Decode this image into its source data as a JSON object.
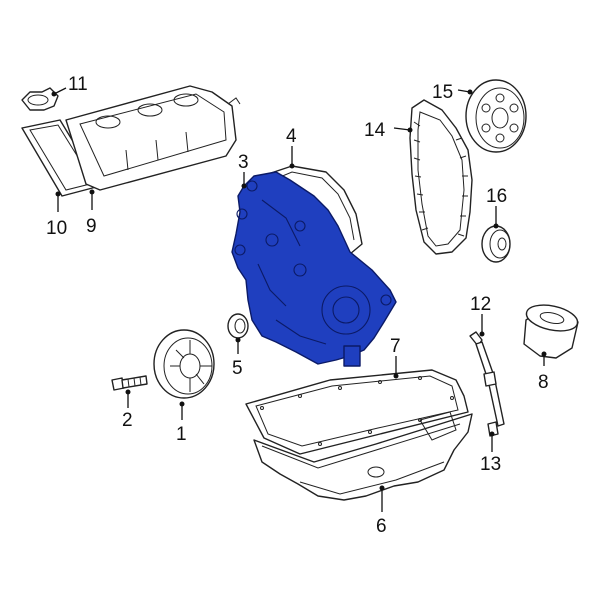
{
  "diagram": {
    "highlight_color": "#1f3fbf",
    "callouts": [
      {
        "id": "c1",
        "label": "1"
      },
      {
        "id": "c2",
        "label": "2"
      },
      {
        "id": "c3",
        "label": "3"
      },
      {
        "id": "c4",
        "label": "4"
      },
      {
        "id": "c5",
        "label": "5"
      },
      {
        "id": "c6",
        "label": "6"
      },
      {
        "id": "c7",
        "label": "7"
      },
      {
        "id": "c8",
        "label": "8"
      },
      {
        "id": "c9",
        "label": "9"
      },
      {
        "id": "c10",
        "label": "10"
      },
      {
        "id": "c11",
        "label": "11"
      },
      {
        "id": "c12",
        "label": "12"
      },
      {
        "id": "c13",
        "label": "13"
      },
      {
        "id": "c14",
        "label": "14"
      },
      {
        "id": "c15",
        "label": "15"
      },
      {
        "id": "c16",
        "label": "16"
      }
    ]
  }
}
